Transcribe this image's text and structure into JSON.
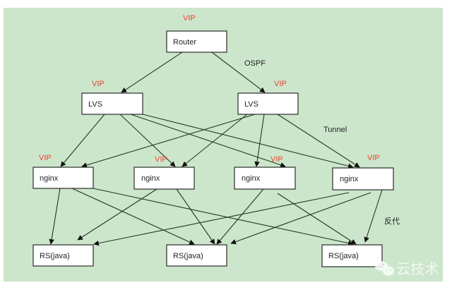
{
  "diagram": {
    "title": "",
    "colors": {
      "background": "#cce6cc",
      "node_fill": "#ffffff",
      "node_stroke": "#2b2b2b",
      "vip": "#e8462e",
      "edge": "#1f3a1f"
    },
    "nodes": [
      {
        "id": "router",
        "label": "Router",
        "tier": "router",
        "vip": "VIP"
      },
      {
        "id": "lvs1",
        "label": "LVS",
        "tier": "lvs",
        "vip": "VIP"
      },
      {
        "id": "lvs2",
        "label": "LVS",
        "tier": "lvs",
        "vip": "VIP"
      },
      {
        "id": "nginx1",
        "label": "nginx",
        "tier": "nginx",
        "vip": "VIP"
      },
      {
        "id": "nginx2",
        "label": "nginx",
        "tier": "nginx",
        "vip": "VIP"
      },
      {
        "id": "nginx3",
        "label": "nginx",
        "tier": "nginx",
        "vip": "VIP"
      },
      {
        "id": "nginx4",
        "label": "nginx",
        "tier": "nginx",
        "vip": "VIP"
      },
      {
        "id": "rs1",
        "label": "RS(java)",
        "tier": "rs",
        "vip": ""
      },
      {
        "id": "rs2",
        "label": "RS(java)",
        "tier": "rs",
        "vip": ""
      },
      {
        "id": "rs3",
        "label": "RS(java)",
        "tier": "rs",
        "vip": ""
      }
    ],
    "edges": [
      {
        "from": "router",
        "to": "lvs1"
      },
      {
        "from": "router",
        "to": "lvs2"
      },
      {
        "from": "lvs1",
        "to": "nginx1"
      },
      {
        "from": "lvs1",
        "to": "nginx2"
      },
      {
        "from": "lvs1",
        "to": "nginx3"
      },
      {
        "from": "lvs1",
        "to": "nginx4"
      },
      {
        "from": "lvs2",
        "to": "nginx1"
      },
      {
        "from": "lvs2",
        "to": "nginx2"
      },
      {
        "from": "lvs2",
        "to": "nginx3"
      },
      {
        "from": "lvs2",
        "to": "nginx4"
      },
      {
        "from": "nginx1",
        "to": "rs1"
      },
      {
        "from": "nginx1",
        "to": "rs2"
      },
      {
        "from": "nginx1",
        "to": "rs3"
      },
      {
        "from": "nginx2",
        "to": "rs1"
      },
      {
        "from": "nginx2",
        "to": "rs2"
      },
      {
        "from": "nginx3",
        "to": "rs2"
      },
      {
        "from": "nginx3",
        "to": "rs3"
      },
      {
        "from": "nginx4",
        "to": "rs1"
      },
      {
        "from": "nginx4",
        "to": "rs2"
      },
      {
        "from": "nginx4",
        "to": "rs3"
      }
    ],
    "edge_labels": {
      "ospf": "OSPF",
      "tunnel": "Tunnel",
      "reverse_proxy": "反代"
    },
    "watermark": "云技术"
  }
}
